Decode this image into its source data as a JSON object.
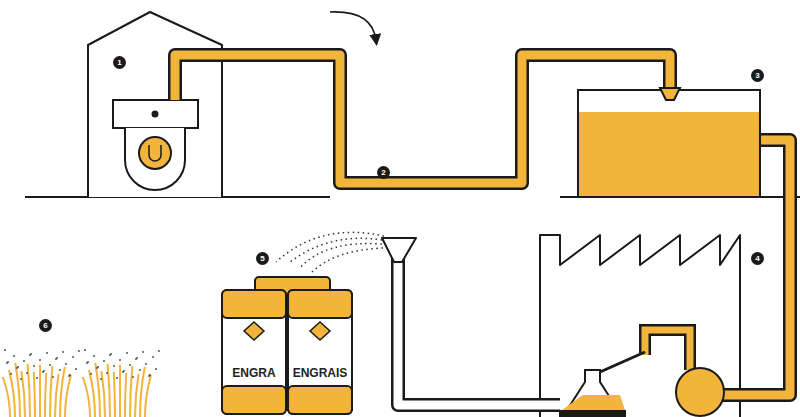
{
  "diagram": {
    "nodes": [
      {
        "text": [
          "ENGRA"
        ]
      },
      {
        "text": [
          "ENGRAIS"
        ]
      }
    ],
    "labels": [
      "1",
      "2",
      "3",
      "4",
      "5",
      "6"
    ]
  }
}
